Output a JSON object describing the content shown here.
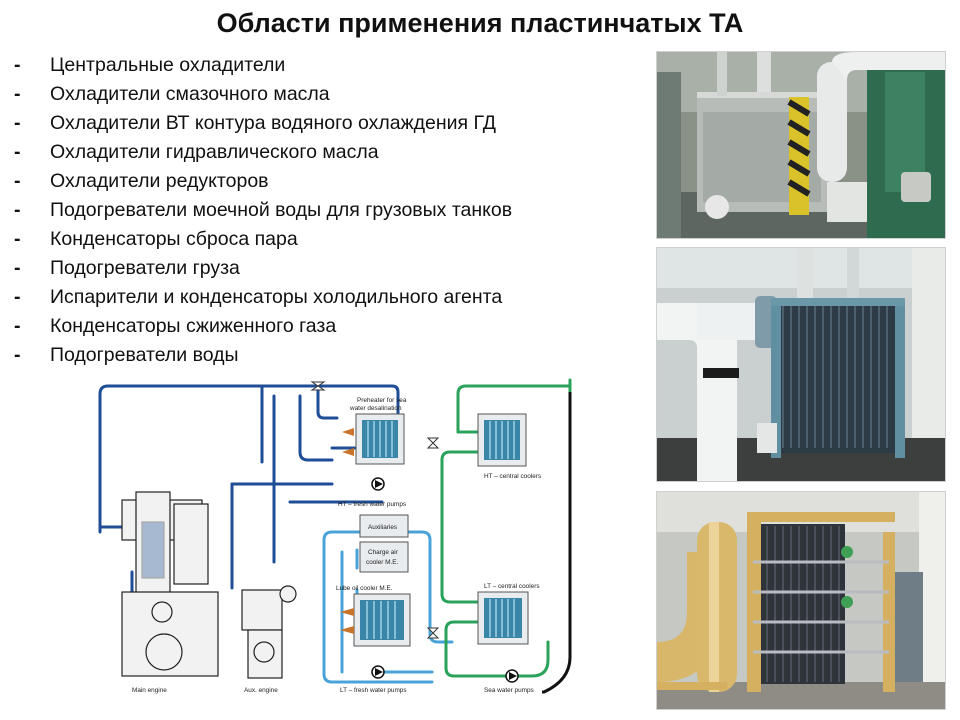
{
  "slide": {
    "title": "Области применения пластинчатых ТА",
    "bullet_marker": "-",
    "bullets": [
      "Центральные охладители",
      "Охладители смазочного масла",
      "Охладители ВТ контура водяного охлаждения ГД",
      "Охладители гидравлического масла",
      "Охладители редукторов",
      "Подогреватели моечной воды для грузовых танков",
      "Конденсаторы сброса пара",
      "Подогреватели груза",
      "Испарители и конденсаторы холодильного агента",
      "Конденсаторы сжиженного газа",
      "Подогреватели воды"
    ]
  },
  "diagram": {
    "labels": {
      "preheater_line1": "Preheater for sea",
      "preheater_line2": "water desalination",
      "ht_central": "HT – central coolers",
      "ht_pumps": "HT – fresh water pumps",
      "auxiliaries": "Auxiliaries",
      "charge_air_line1": "Charge air",
      "charge_air_line2": "cooler M.E.",
      "lube_oil": "Lube oil cooler M.E.",
      "lt_central": "LT – central coolers",
      "lt_pumps": "LT – fresh water pumps",
      "sea_pumps": "Sea water pumps",
      "main_engine": "Main engine",
      "aux_engine": "Aux. engine"
    },
    "colors": {
      "ht_line": "#1f4e96",
      "lt_line": "#4aa3d8",
      "sea_line": "#2aa35a",
      "plate": "#3a86a8"
    }
  }
}
